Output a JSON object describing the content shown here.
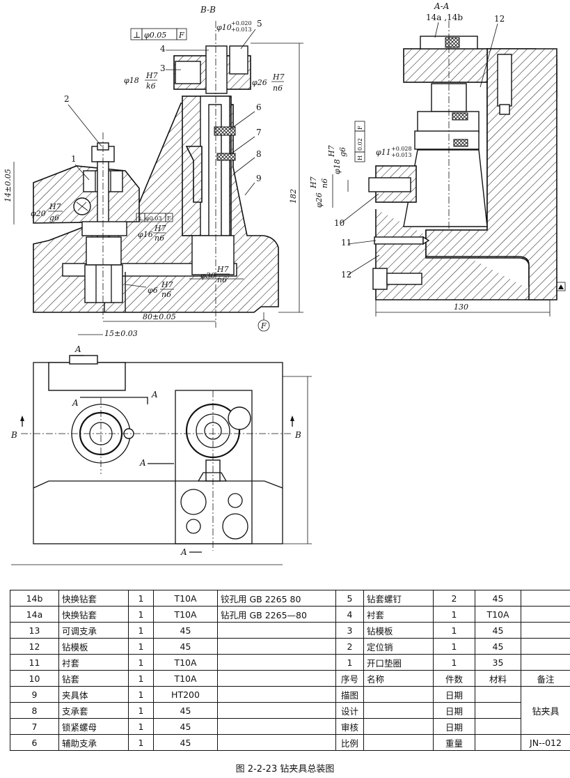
{
  "views": {
    "bb_title": "B-B",
    "aa_title": "A-A",
    "part_labels_bb": [
      "1",
      "2",
      "3",
      "4",
      "5",
      "6",
      "7",
      "8",
      "9"
    ],
    "part_labels_aa": [
      "14a ,14b",
      "12",
      "10",
      "11",
      "12"
    ],
    "dims": {
      "perp_frame_main": "⊥",
      "perp_frame_val": "φ0.05",
      "perp_frame_ref": "F",
      "d10": "φ10",
      "d10_tol_up": "+0.020",
      "d10_tol_lo": "+0.013",
      "d18_left": "φ18",
      "d18_fit": "H7",
      "d18_fit_lo": "k6",
      "d26_right": "φ26",
      "d26_fit": "H7",
      "d26_fit_lo": "n6",
      "h14": "14±0.05",
      "d20": "φ20",
      "d20_fit": "H7",
      "d20_fit_lo": "g6",
      "small_frame": "⊥",
      "small_frame_val": "φ0.03",
      "small_frame_ref": "F",
      "d16": "φ16",
      "d16_fit": "H7",
      "d16_fit_lo": "n6",
      "d30": "φ30",
      "d30_fit": "H7",
      "d30_fit_lo": "n6",
      "d6": "φ6",
      "d6_fit": "H7",
      "d6_fit_lo": "n6",
      "h182": "182",
      "l80": "80±0.05",
      "f_datum": "F",
      "l15": "15±0.03",
      "aa_d18": "φ18",
      "aa_d18_fit": "H7",
      "aa_d18_fit_lo": "g6",
      "aa_frame_h": "H",
      "aa_frame_val": "0.02",
      "aa_frame_ref": "F",
      "aa_d11": "φ11",
      "aa_d11_up": "+0.028",
      "aa_d11_lo": "+0.013",
      "aa_d26": "φ26",
      "aa_d26_fit": "H7",
      "aa_d26_fit_lo": "n6",
      "w130": "130"
    },
    "plan_labels": {
      "a_top": "A",
      "a_top2": "A",
      "a_mid": "A",
      "a_mid2": "A",
      "a_bottom": "A",
      "b_left": "B",
      "b_right": "B"
    }
  },
  "bom": {
    "rows": [
      [
        "14b",
        "快换钻套",
        "1",
        "T10A",
        "铰孔用 GB 2265  80",
        "5",
        "钻套螺钉",
        "2",
        "45",
        ""
      ],
      [
        "14a",
        "快换钻套",
        "1",
        "T10A",
        "钻孔用 GB 2265—80",
        "4",
        "衬套",
        "1",
        "T10A",
        ""
      ],
      [
        "13",
        "可调支承",
        "1",
        "45",
        "",
        "3",
        "钻模板",
        "1",
        "45",
        ""
      ],
      [
        "12",
        "钻模板",
        "1",
        "45",
        "",
        "2",
        "定位销",
        "1",
        "45",
        ""
      ],
      [
        "11",
        "衬套",
        "1",
        "T10A",
        "",
        "1",
        "开口垫圈",
        "1",
        "35",
        ""
      ],
      [
        "10",
        "钻套",
        "1",
        "T10A",
        "",
        "序号",
        "名称",
        "件数",
        "材料",
        "备注"
      ]
    ],
    "lower_left": [
      [
        "9",
        "夹具体",
        "1",
        "HT200",
        ""
      ],
      [
        "8",
        "支承套",
        "1",
        "45",
        ""
      ],
      [
        "7",
        "锁紧螺母",
        "1",
        "45",
        ""
      ],
      [
        "6",
        "辅助支承",
        "1",
        "45",
        ""
      ]
    ],
    "title_block": {
      "row1": [
        "描图",
        "",
        "日期",
        ""
      ],
      "row2": [
        "设计",
        "",
        "日期",
        ""
      ],
      "row3": [
        "审核",
        "",
        "日期",
        ""
      ],
      "row4": [
        "比例",
        "",
        "重量",
        ""
      ],
      "name": "钻夹具",
      "drawing_no": "JN--012"
    }
  },
  "caption": "图 2-2-23  钻夹具总装图"
}
